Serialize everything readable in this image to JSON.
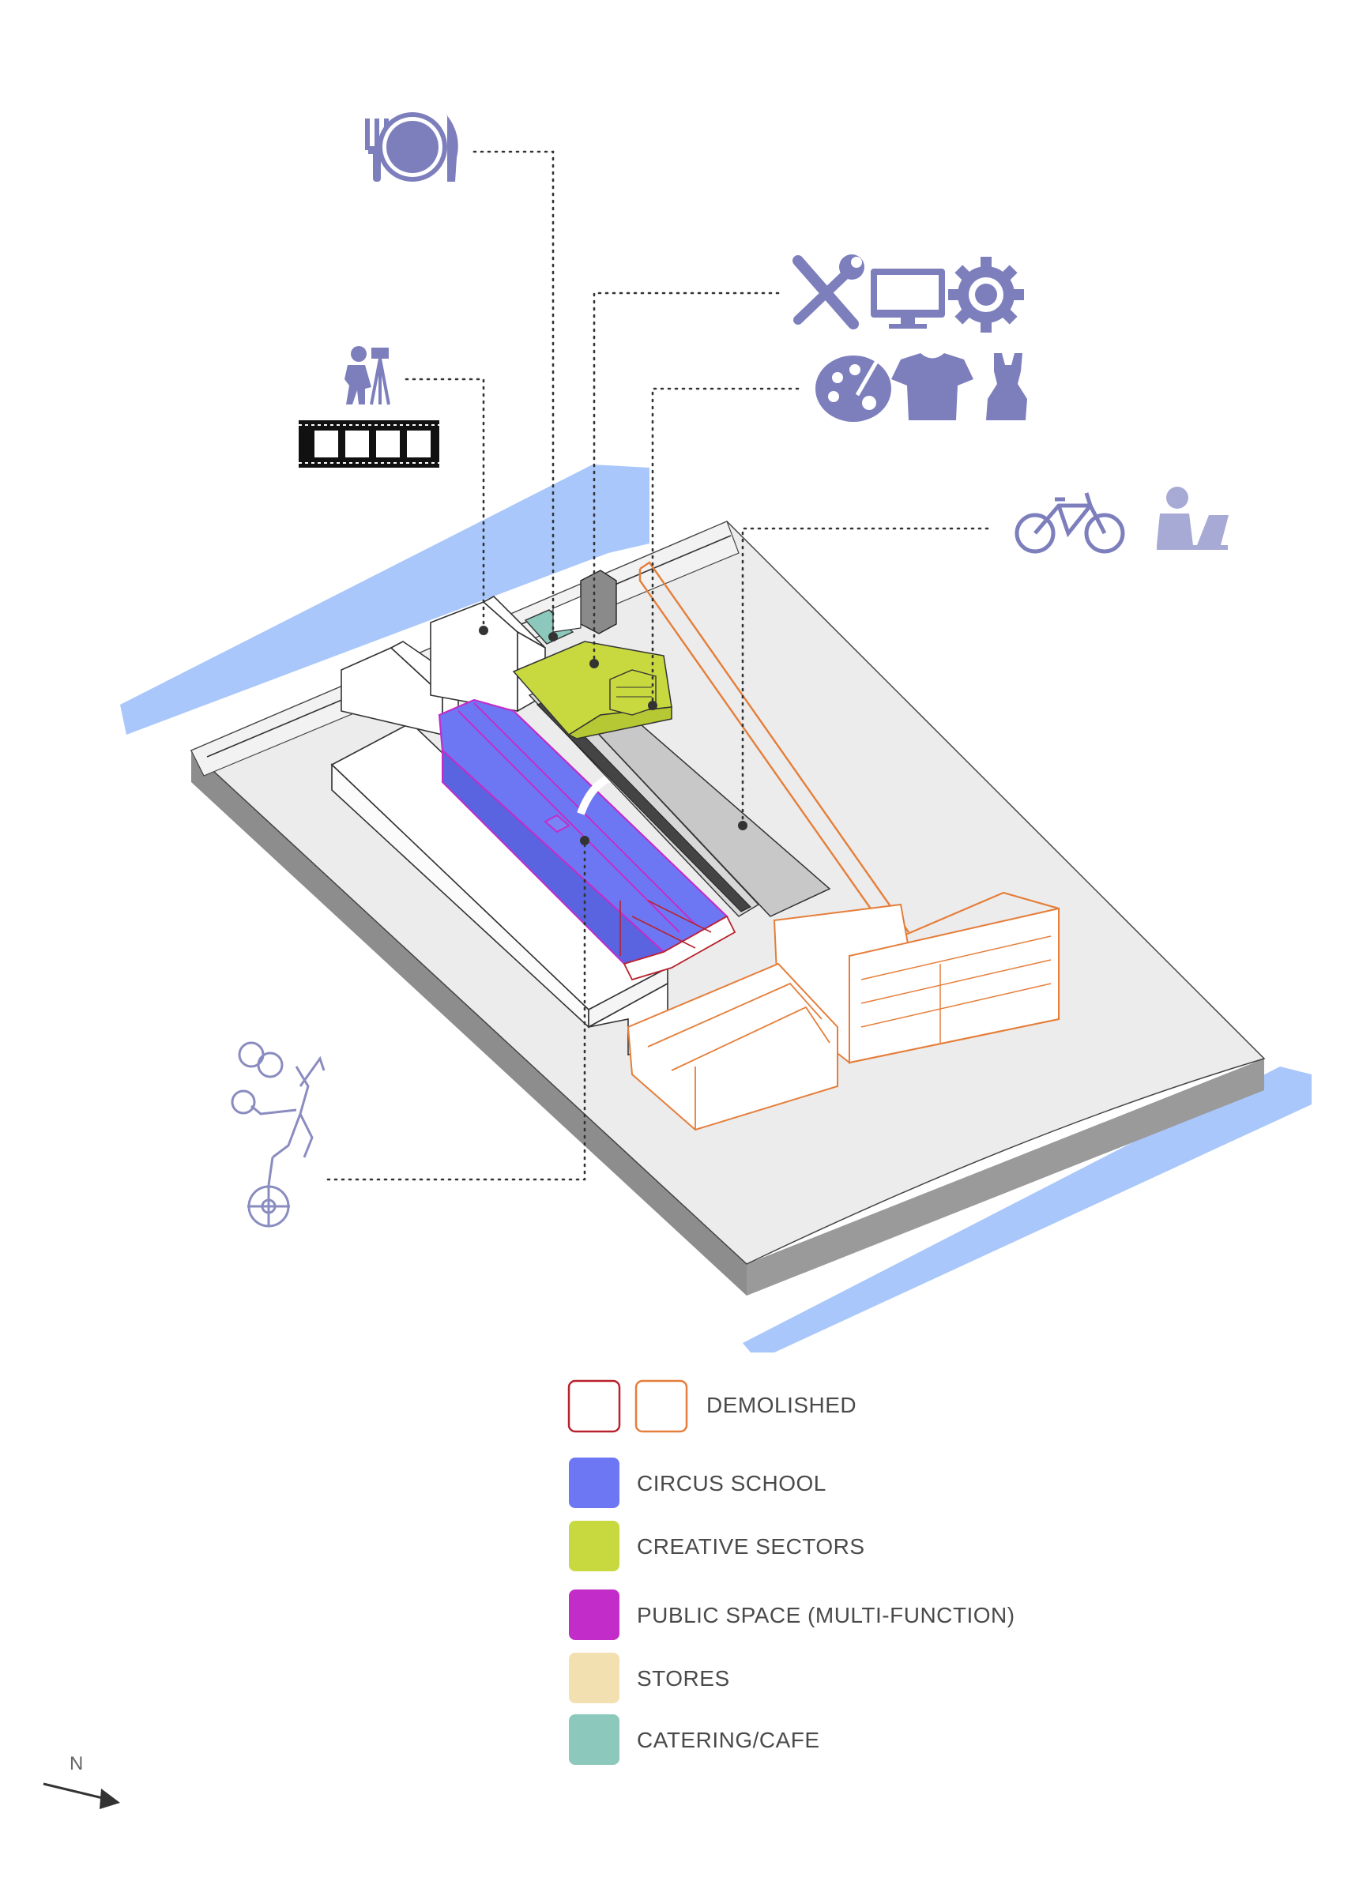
{
  "legend": {
    "demolished": "DEMOLISHED",
    "circus_school": "CIRCUS SCHOOL",
    "creative_sectors": "CREATIVE SECTORS",
    "public_space": "PUBLIC SPACE (MULTI-FUNCTION)",
    "stores": "STORES",
    "catering": "CATERING/CAFE"
  },
  "colors": {
    "demolished_red": "#b8222d",
    "demolished_orange": "#e57e3a",
    "circus_school": "#6e77f3",
    "creative_sectors": "#c7d93f",
    "public_space": "#c22dc9",
    "stores": "#f3e0b0",
    "catering": "#8cc9bc",
    "river": "#a9c7fb",
    "icon": "#7d7fbd",
    "plaza": "#c8c8c8"
  },
  "north_label": "N",
  "icons": [
    "dining-icon",
    "photographer-icon",
    "film-strip-icon",
    "tools-icon",
    "monitor-icon",
    "gear-icon",
    "palette-icon",
    "tshirt-icon",
    "dress-icon",
    "bicycle-icon",
    "laptop-user-icon",
    "juggler-unicycle-icon"
  ]
}
